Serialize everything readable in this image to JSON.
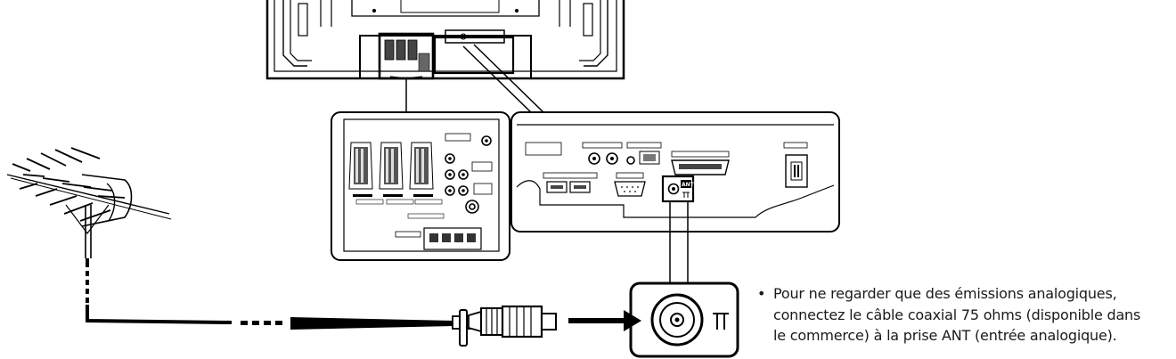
{
  "note": {
    "bullet": "•",
    "lines": [
      "Pour ne regarder que des émissions analogiques,",
      "connectez le câble coaxial 75 ohms (disponible dans",
      "le commerce) à la prise ANT (entrée analogique)."
    ]
  },
  "jack_label": "ANT",
  "icons": {
    "antenna": "antenna-icon",
    "connector": "coaxial-plug-icon",
    "arrow": "arrow-right-icon",
    "ant_symbol": "antenna-symbol-icon"
  }
}
